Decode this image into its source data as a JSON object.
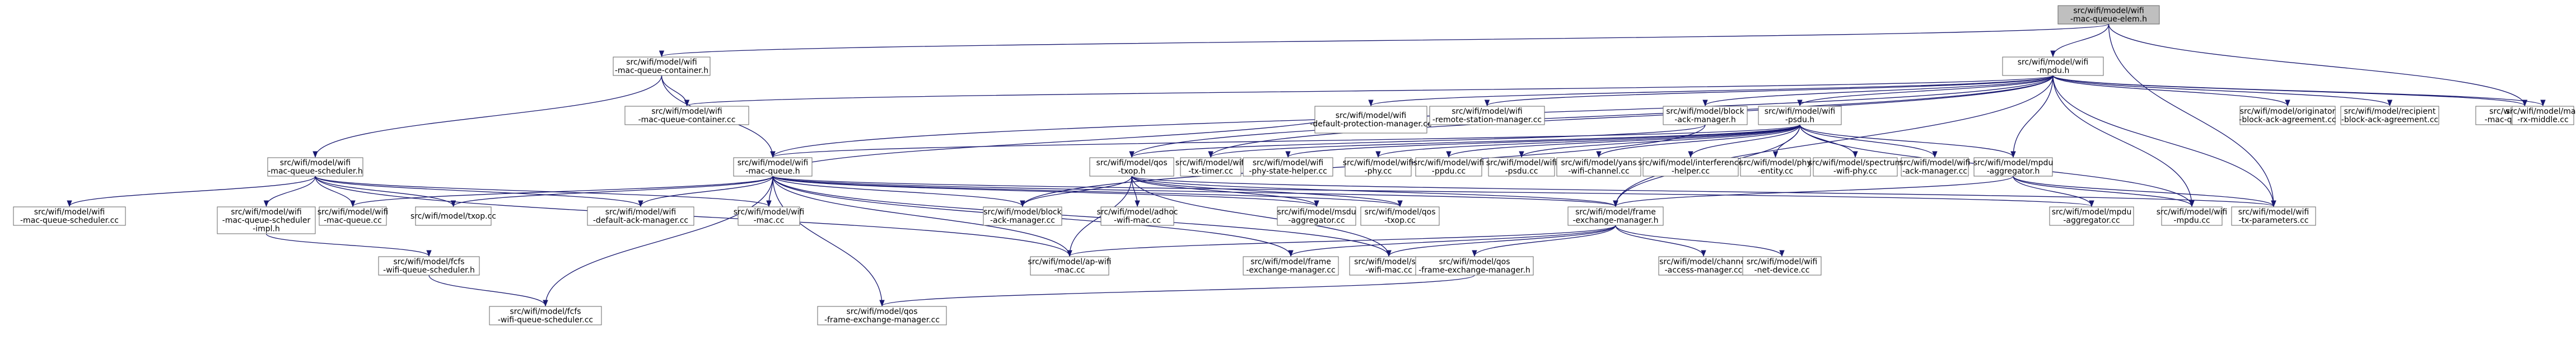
{
  "graph": {
    "root": "n0",
    "nodes": [
      {
        "id": "n0",
        "line1": "src/wifi/model/wifi",
        "line2": "-mac-queue-elem.h"
      },
      {
        "id": "n1",
        "line1": "src/wifi/model/wifi",
        "line2": "-mac-queue-container.h"
      },
      {
        "id": "n2",
        "line1": "src/wifi/model/wifi",
        "line2": "-mpdu.h"
      },
      {
        "id": "n3",
        "line1": "src/wifi/model/wifi",
        "line2": "-mac-queue-elem.cc"
      },
      {
        "id": "n4",
        "line1": "src/wifi/model/wifi",
        "line2": "-mac-queue-container.cc"
      },
      {
        "id": "n5",
        "line1": "src/wifi/model/wifi",
        "line2": "-default-protection-manager.cc"
      },
      {
        "id": "n6",
        "line1": "src/wifi/model/wifi",
        "line2": "-remote-station-manager.cc"
      },
      {
        "id": "n7",
        "line1": "src/wifi/model/block",
        "line2": "-ack-manager.h"
      },
      {
        "id": "n8",
        "line1": "src/wifi/model/wifi",
        "line2": "-psdu.h"
      },
      {
        "id": "n9",
        "line1": "src/wifi/model/mac",
        "line2": "-rx-middle.cc"
      },
      {
        "id": "n10",
        "line1": "src/wifi/model/originator",
        "line2": "-block-ack-agreement.cc"
      },
      {
        "id": "n11",
        "line1": "src/wifi/model/recipient",
        "line2": "-block-ack-agreement.cc"
      },
      {
        "id": "n12",
        "line1": "src/wifi/model/wifi",
        "line2": "-mac-queue-scheduler.h"
      },
      {
        "id": "n13",
        "line1": "src/wifi/model/wifi",
        "line2": "-mac-queue.h"
      },
      {
        "id": "n14",
        "line1": "src/wifi/model/qos",
        "line2": "-txop.h"
      },
      {
        "id": "n15",
        "line1": "src/wifi/model/wifi",
        "line2": "-tx-timer.cc"
      },
      {
        "id": "n16",
        "line1": "src/wifi/model/wifi",
        "line2": "-phy-state-helper.cc"
      },
      {
        "id": "n17",
        "line1": "src/wifi/model/wifi",
        "line2": "-phy.cc"
      },
      {
        "id": "n18",
        "line1": "src/wifi/model/wifi",
        "line2": "-ppdu.cc"
      },
      {
        "id": "n19",
        "line1": "src/wifi/model/wifi",
        "line2": "-psdu.cc"
      },
      {
        "id": "n20",
        "line1": "src/wifi/model/yans",
        "line2": "-wifi-channel.cc"
      },
      {
        "id": "n21",
        "line1": "src/wifi/model/interference",
        "line2": "-helper.cc"
      },
      {
        "id": "n22",
        "line1": "src/wifi/model/phy",
        "line2": "-entity.cc"
      },
      {
        "id": "n23",
        "line1": "src/wifi/model/spectrum",
        "line2": "-wifi-phy.cc"
      },
      {
        "id": "n24",
        "line1": "src/wifi/model/wifi",
        "line2": "-ack-manager.cc"
      },
      {
        "id": "n25",
        "line1": "src/wifi/model/mpdu",
        "line2": "-aggregator.h"
      },
      {
        "id": "n26",
        "line1": "src/wifi/model/wifi",
        "line2": "-mac-queue-scheduler.cc"
      },
      {
        "id": "n27",
        "line1": "src/wifi/model/wifi",
        "line2": "-mac-queue-scheduler",
        "line3": "-impl.h"
      },
      {
        "id": "n28",
        "line1": "src/wifi/model/wifi",
        "line2": "-mac-queue.cc"
      },
      {
        "id": "n29",
        "line1": "src/wifi/model/txop.cc",
        "line2": ""
      },
      {
        "id": "n30",
        "line1": "src/wifi/model/wifi",
        "line2": "-default-ack-manager.cc"
      },
      {
        "id": "n31",
        "line1": "src/wifi/model/wifi",
        "line2": "-mac.cc"
      },
      {
        "id": "n32",
        "line1": "src/wifi/model/block",
        "line2": "-ack-manager.cc"
      },
      {
        "id": "n33",
        "line1": "src/wifi/model/adhoc",
        "line2": "-wifi-mac.cc"
      },
      {
        "id": "n34",
        "line1": "src/wifi/model/msdu",
        "line2": "-aggregator.cc"
      },
      {
        "id": "n35",
        "line1": "src/wifi/model/qos",
        "line2": "-txop.cc"
      },
      {
        "id": "n36",
        "line1": "src/wifi/model/frame",
        "line2": "-exchange-manager.h"
      },
      {
        "id": "n37",
        "line1": "src/wifi/model/mpdu",
        "line2": "-aggregator.cc"
      },
      {
        "id": "n38",
        "line1": "src/wifi/model/wifi",
        "line2": "-mpdu.cc"
      },
      {
        "id": "n39",
        "line1": "src/wifi/model/wifi",
        "line2": "-tx-parameters.cc"
      },
      {
        "id": "n40",
        "line1": "src/wifi/model/fcfs",
        "line2": "-wifi-queue-scheduler.h"
      },
      {
        "id": "n41",
        "line1": "src/wifi/model/ap-wifi",
        "line2": "-mac.cc"
      },
      {
        "id": "n42",
        "line1": "src/wifi/model/frame",
        "line2": "-exchange-manager.cc"
      },
      {
        "id": "n43",
        "line1": "src/wifi/model/sta",
        "line2": "-wifi-mac.cc"
      },
      {
        "id": "n44",
        "line1": "src/wifi/model/qos",
        "line2": "-frame-exchange-manager.h"
      },
      {
        "id": "n45",
        "line1": "src/wifi/model/channel",
        "line2": "-access-manager.cc"
      },
      {
        "id": "n46",
        "line1": "src/wifi/model/wifi",
        "line2": "-net-device.cc"
      },
      {
        "id": "n47",
        "line1": "src/wifi/model/fcfs",
        "line2": "-wifi-queue-scheduler.cc"
      },
      {
        "id": "n48",
        "line1": "src/wifi/model/qos",
        "line2": "-frame-exchange-manager.cc"
      }
    ],
    "edges": [
      [
        "n0",
        "n1"
      ],
      [
        "n0",
        "n2"
      ],
      [
        "n0",
        "n3"
      ],
      [
        "n0",
        "n39"
      ],
      [
        "n1",
        "n4"
      ],
      [
        "n1",
        "n12"
      ],
      [
        "n1",
        "n13"
      ],
      [
        "n2",
        "n4"
      ],
      [
        "n2",
        "n5"
      ],
      [
        "n2",
        "n6"
      ],
      [
        "n2",
        "n7"
      ],
      [
        "n2",
        "n8"
      ],
      [
        "n2",
        "n9"
      ],
      [
        "n2",
        "n10"
      ],
      [
        "n2",
        "n11"
      ],
      [
        "n2",
        "n3"
      ],
      [
        "n2",
        "n13"
      ],
      [
        "n2",
        "n25"
      ],
      [
        "n2",
        "n36"
      ],
      [
        "n2",
        "n38"
      ],
      [
        "n2",
        "n39"
      ],
      [
        "n2",
        "n14"
      ],
      [
        "n2",
        "n15"
      ],
      [
        "n7",
        "n32"
      ],
      [
        "n7",
        "n14"
      ],
      [
        "n8",
        "n15"
      ],
      [
        "n8",
        "n16"
      ],
      [
        "n8",
        "n17"
      ],
      [
        "n8",
        "n18"
      ],
      [
        "n8",
        "n19"
      ],
      [
        "n8",
        "n20"
      ],
      [
        "n8",
        "n21"
      ],
      [
        "n8",
        "n22"
      ],
      [
        "n8",
        "n23"
      ],
      [
        "n8",
        "n24"
      ],
      [
        "n8",
        "n25"
      ],
      [
        "n8",
        "n36"
      ],
      [
        "n8",
        "n38"
      ],
      [
        "n8",
        "n13"
      ],
      [
        "n12",
        "n26"
      ],
      [
        "n12",
        "n27"
      ],
      [
        "n12",
        "n28"
      ],
      [
        "n12",
        "n29"
      ],
      [
        "n12",
        "n30"
      ],
      [
        "n12",
        "n31"
      ],
      [
        "n12",
        "n41"
      ],
      [
        "n13",
        "n28"
      ],
      [
        "n13",
        "n29"
      ],
      [
        "n13",
        "n30"
      ],
      [
        "n13",
        "n31"
      ],
      [
        "n13",
        "n32"
      ],
      [
        "n13",
        "n34"
      ],
      [
        "n13",
        "n35"
      ],
      [
        "n13",
        "n36"
      ],
      [
        "n13",
        "n37"
      ],
      [
        "n13",
        "n41"
      ],
      [
        "n13",
        "n42"
      ],
      [
        "n13",
        "n43"
      ],
      [
        "n13",
        "n47"
      ],
      [
        "n13",
        "n48"
      ],
      [
        "n13",
        "n5"
      ],
      [
        "n14",
        "n33"
      ],
      [
        "n14",
        "n34"
      ],
      [
        "n14",
        "n35"
      ],
      [
        "n14",
        "n36"
      ],
      [
        "n14",
        "n41"
      ],
      [
        "n14",
        "n43"
      ],
      [
        "n14",
        "n39"
      ],
      [
        "n14",
        "n32"
      ],
      [
        "n25",
        "n36"
      ],
      [
        "n25",
        "n37"
      ],
      [
        "n25",
        "n38"
      ],
      [
        "n25",
        "n39"
      ],
      [
        "n27",
        "n40"
      ],
      [
        "n40",
        "n47"
      ],
      [
        "n36",
        "n41"
      ],
      [
        "n36",
        "n42"
      ],
      [
        "n36",
        "n43"
      ],
      [
        "n36",
        "n44"
      ],
      [
        "n36",
        "n45"
      ],
      [
        "n36",
        "n46"
      ],
      [
        "n44",
        "n48"
      ]
    ]
  }
}
